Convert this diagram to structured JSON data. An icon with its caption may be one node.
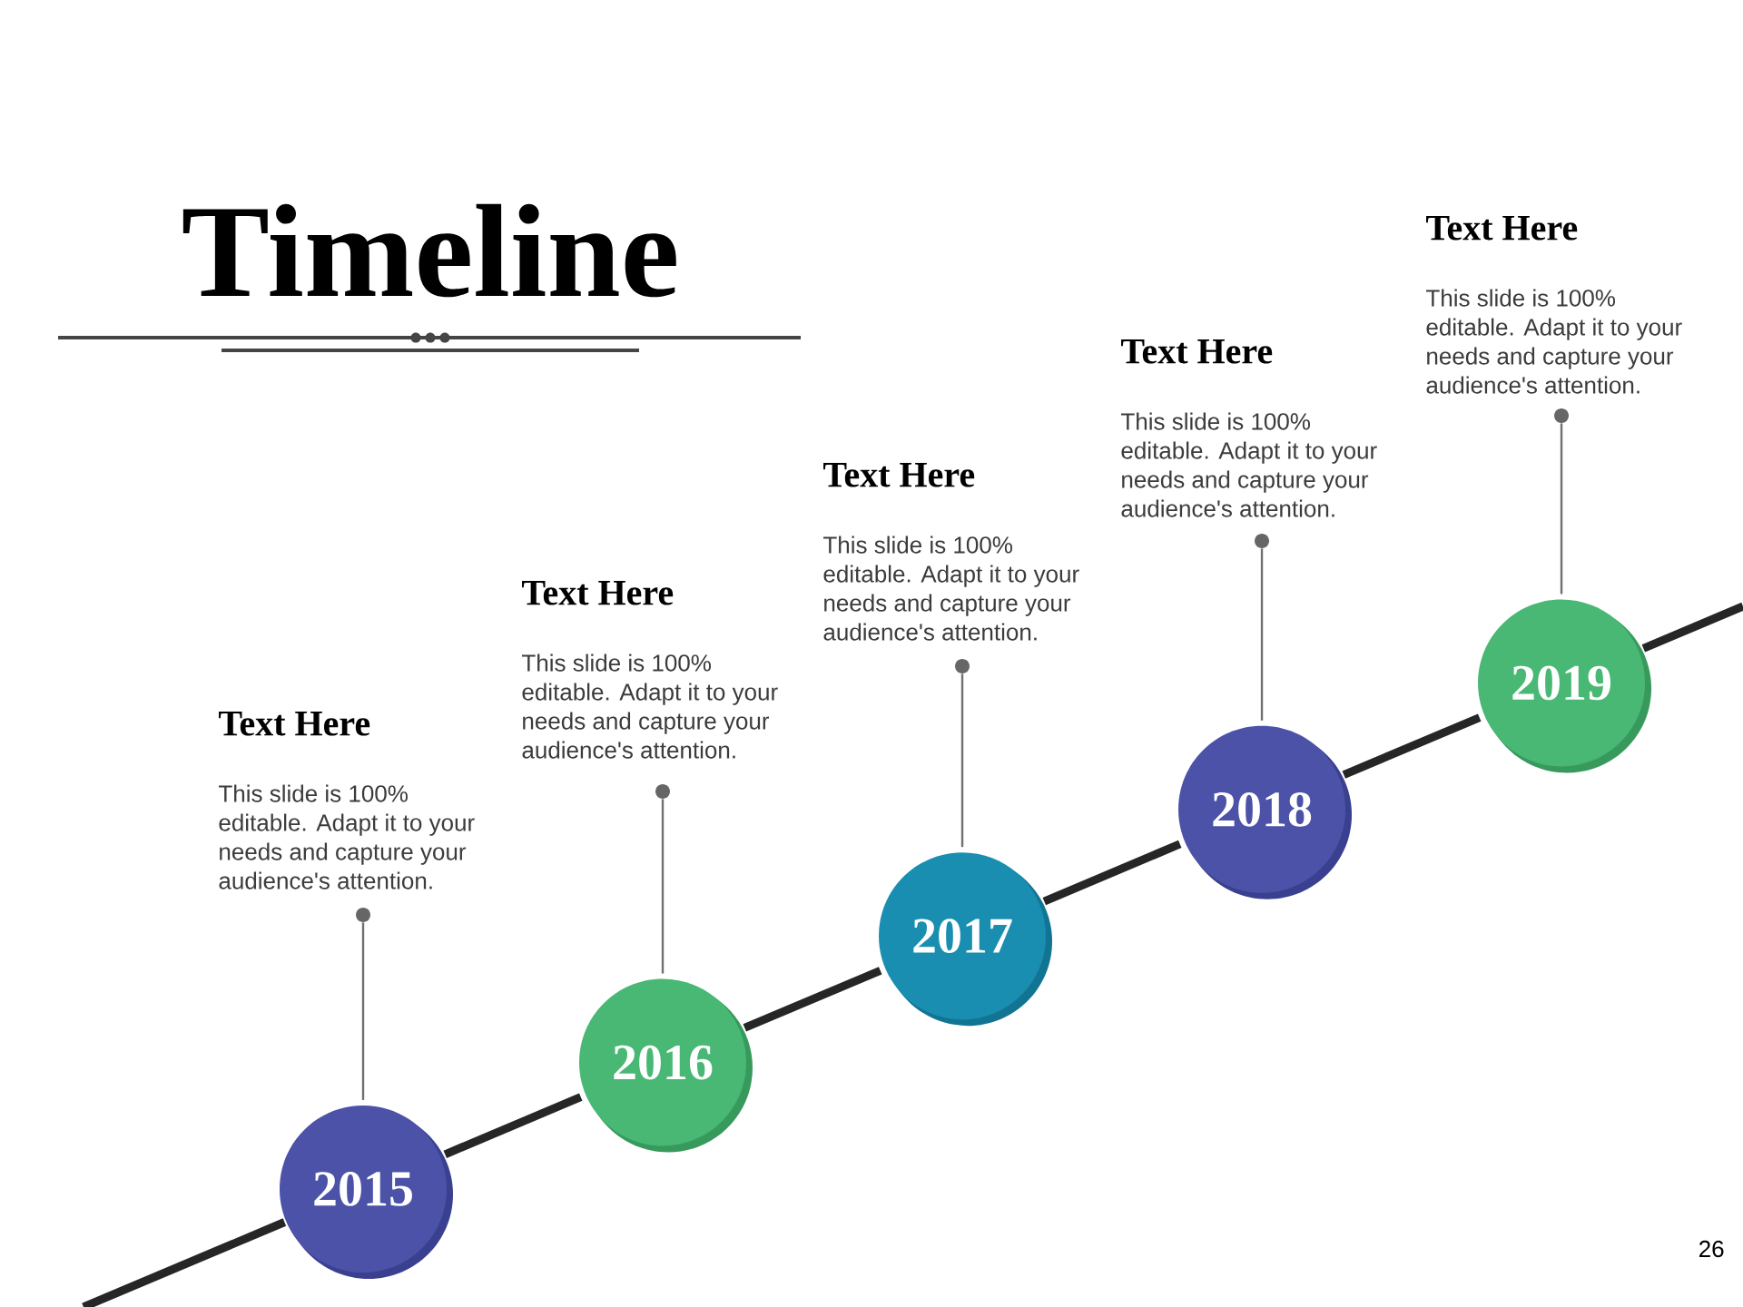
{
  "diagram": {
    "title": "Timeline",
    "nodes": [
      {
        "text": [
          "Text Here",
          "This slide is 100% editable. Adapt it to your needs and capture your audience's attention."
        ]
      },
      {
        "text": [],
        "shape": "circle"
      },
      {
        "text": [
          "2015"
        ]
      },
      {
        "text": [
          "Text Here",
          "This slide is 100% editable. Adapt it to your needs and capture your audience's attention."
        ]
      },
      {
        "text": [],
        "shape": "circle"
      },
      {
        "text": [
          "2016"
        ]
      },
      {
        "text": [
          "Text Here",
          "This slide is 100% editable. Adapt it to your needs and capture your audience's attention."
        ]
      },
      {
        "text": [],
        "shape": "circle"
      },
      {
        "text": [
          "2017"
        ]
      },
      {
        "text": [
          "Text Here",
          "This slide is 100% editable. Adapt it to your needs and capture your audience's attention."
        ]
      },
      {
        "text": [],
        "shape": "circle"
      },
      {
        "text": [
          "2018"
        ]
      },
      {
        "text": [
          "Text Here",
          "This slide is 100% editable. Adapt it to your needs and capture your audience's attention."
        ]
      },
      {
        "text": [],
        "shape": "circle"
      },
      {
        "text": [
          "2019"
        ]
      }
    ],
    "edges": [
      {
        "from": 1,
        "to": 2,
        "arrow": "none"
      },
      {
        "from": 4,
        "to": 5,
        "arrow": "none"
      },
      {
        "from": 7,
        "to": 8,
        "arrow": "none"
      },
      {
        "from": 10,
        "to": 11,
        "arrow": "none"
      },
      {
        "from": 13,
        "to": 14,
        "arrow": "none"
      },
      {
        "from": 2,
        "to": 5,
        "arrow": "none",
        "style": "thick",
        "color": "#262626"
      },
      {
        "from": 5,
        "to": 8,
        "arrow": "none",
        "style": "thick",
        "color": "#262626"
      },
      {
        "from": 8,
        "to": 11,
        "arrow": "none",
        "style": "thick",
        "color": "#262626"
      },
      {
        "from": 11,
        "to": 14,
        "arrow": "none",
        "style": "thick",
        "color": "#262626"
      }
    ],
    "labels": [
      "26"
    ]
  }
}
